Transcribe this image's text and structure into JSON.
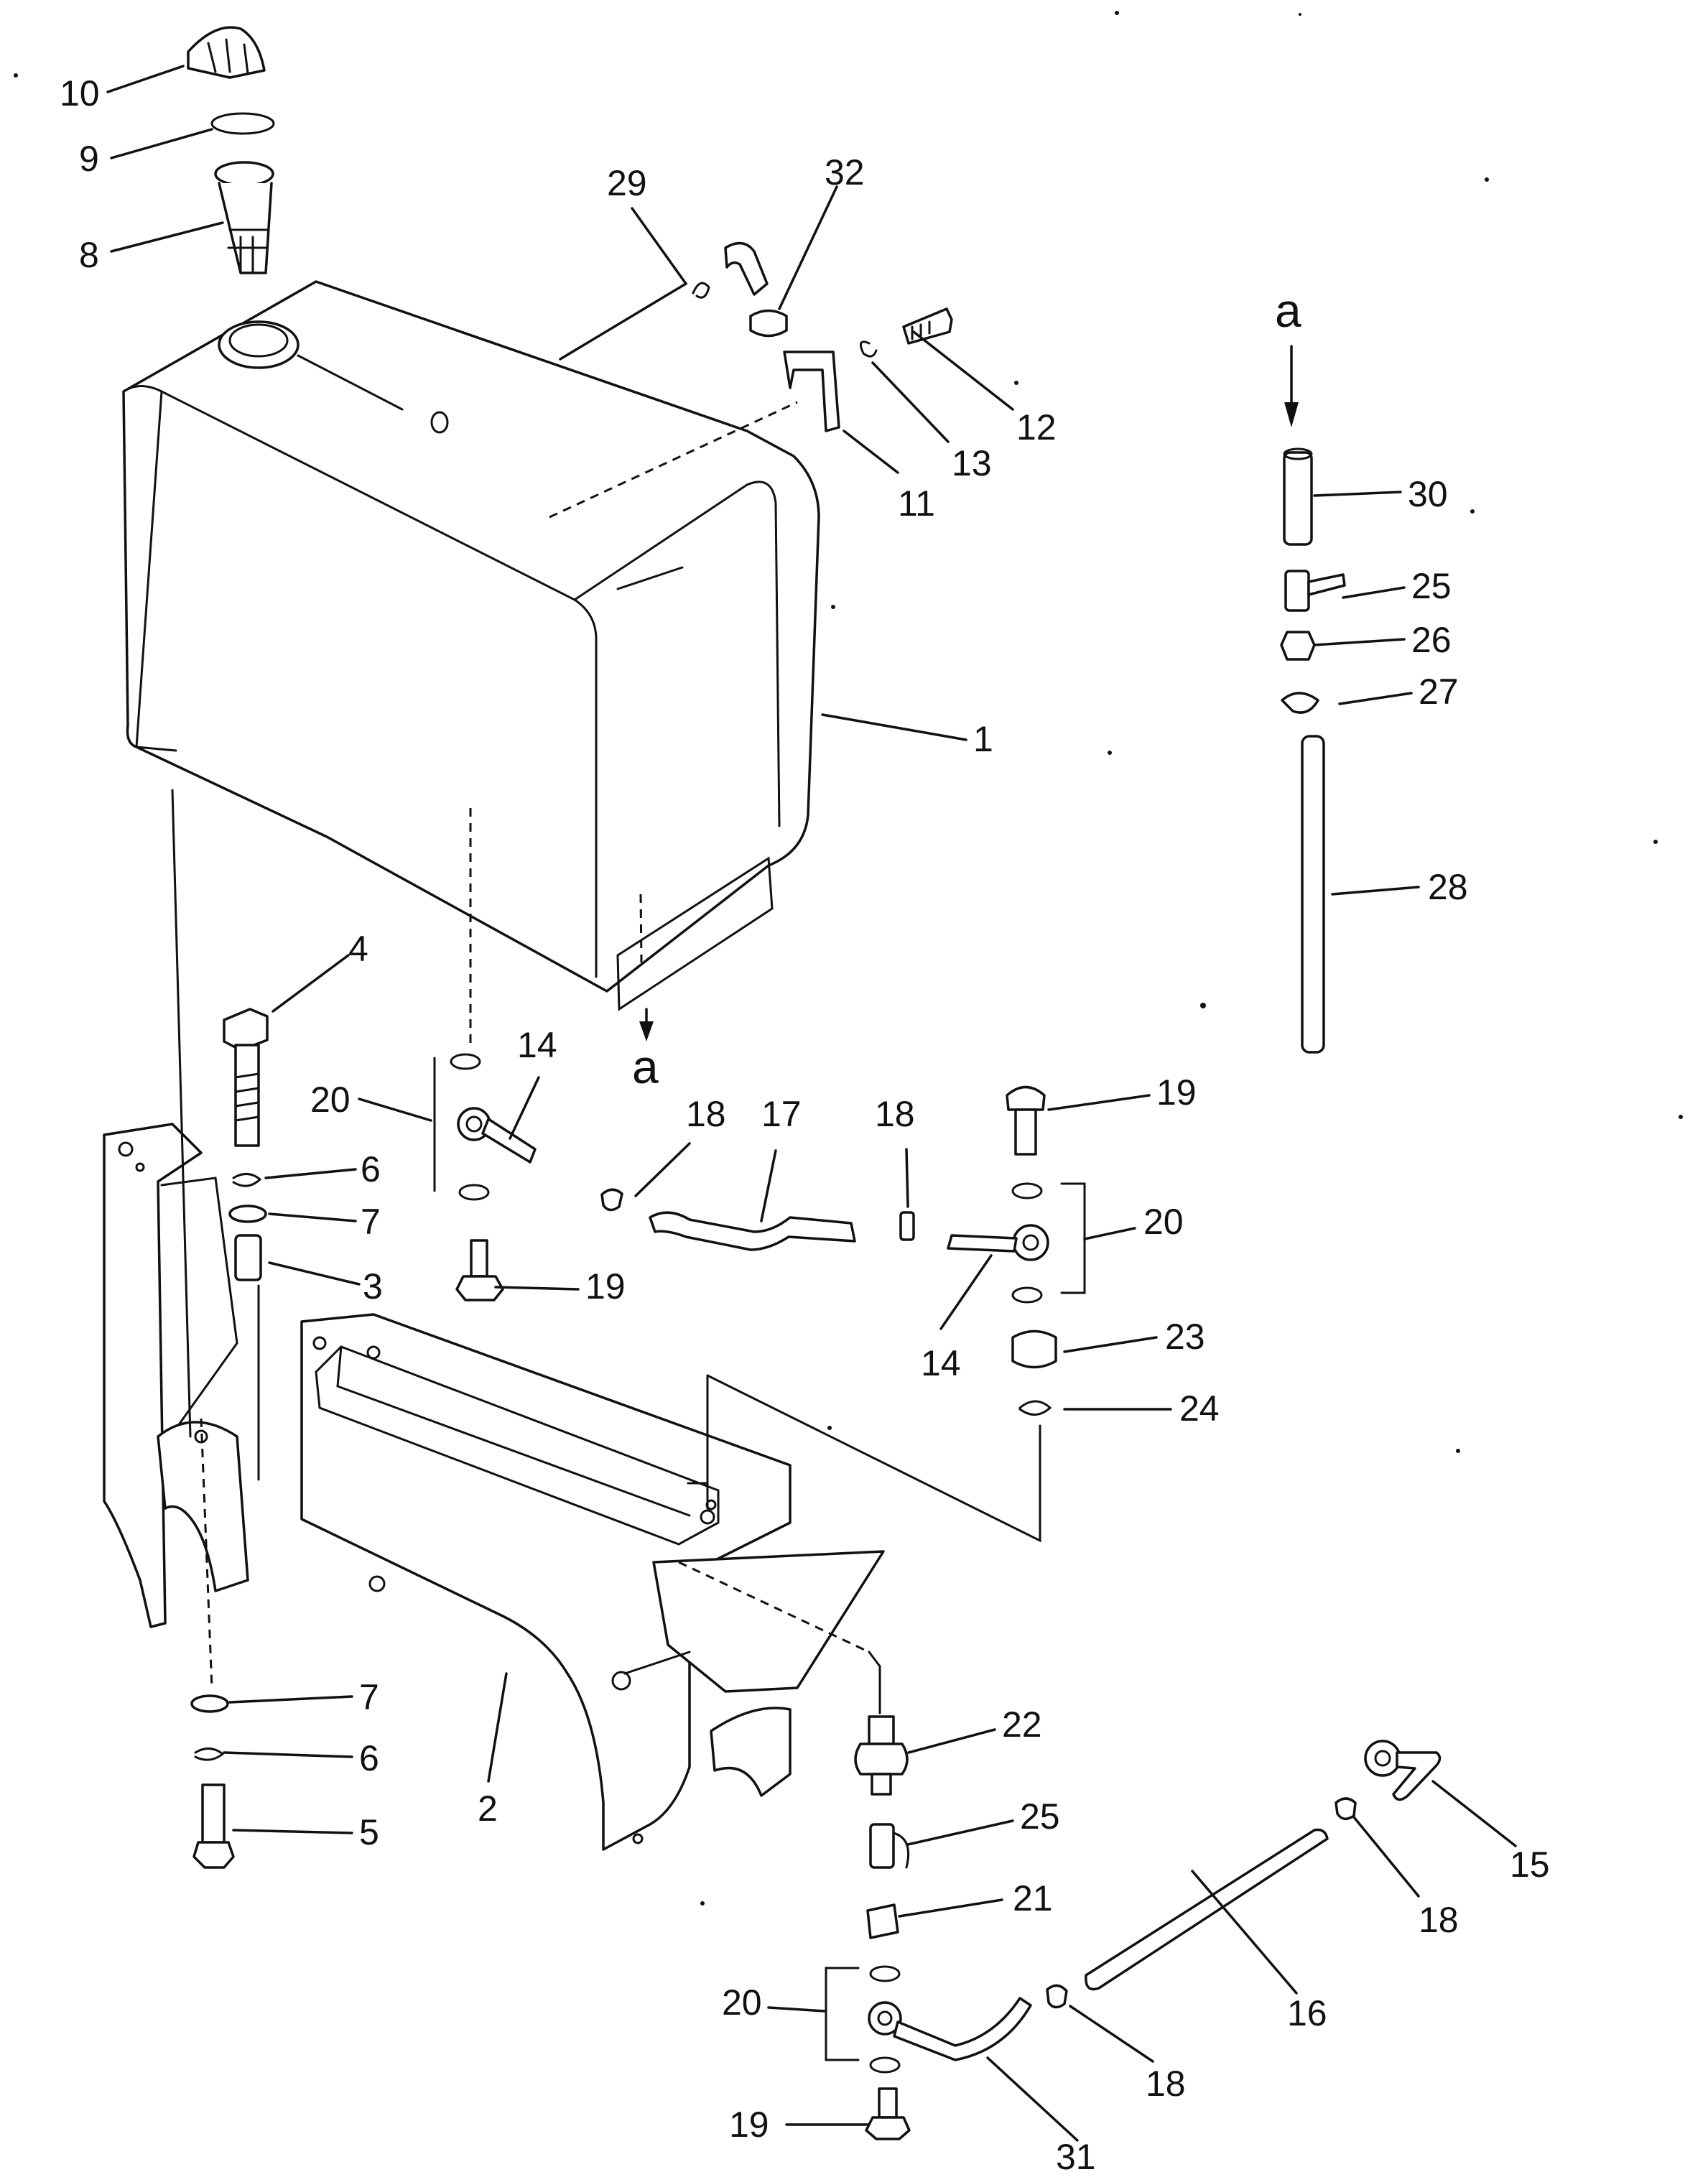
{
  "diagram": {
    "part_numbers": [
      "1",
      "2",
      "3",
      "4",
      "5",
      "6",
      "6",
      "7",
      "7",
      "8",
      "9",
      "10",
      "11",
      "12",
      "13",
      "14",
      "14",
      "15",
      "16",
      "17",
      "18",
      "18",
      "18",
      "18",
      "19",
      "19",
      "19",
      "20",
      "20",
      "20",
      "21",
      "22",
      "23",
      "24",
      "25",
      "25",
      "26",
      "27",
      "28",
      "29",
      "30",
      "31",
      "32"
    ],
    "view_markers": [
      "a",
      "a"
    ]
  },
  "colors": {
    "ink": "#111111",
    "paper": "#ffffff"
  }
}
